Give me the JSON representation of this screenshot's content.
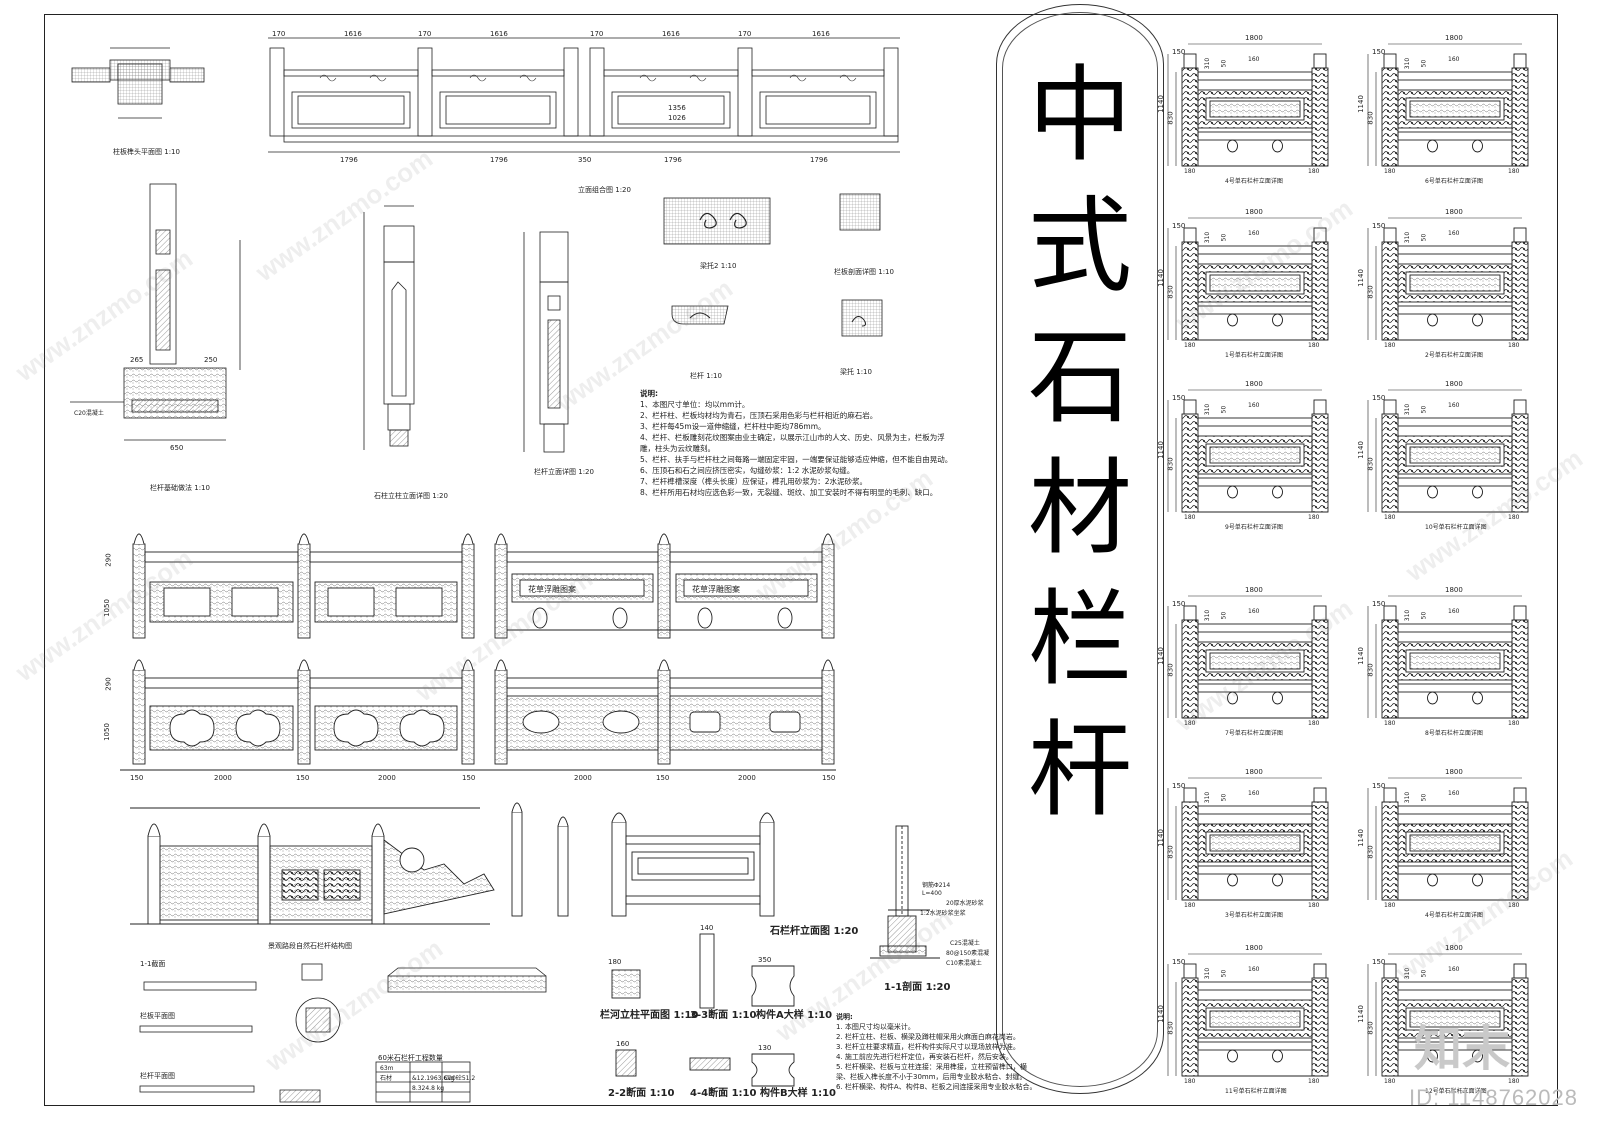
{
  "title": {
    "chars": [
      "中",
      "式",
      "石",
      "材",
      "栏",
      "杆"
    ]
  },
  "watermark": {
    "id_text": "ID: 1148762028",
    "logo": "知末",
    "site": "www.znzmo.com"
  },
  "top_labels": {
    "plan_cap": "柱板榫头平面图",
    "plan_scale": "1:10",
    "elev_cap": "立面组合图",
    "elev_scale": "1:20",
    "base_cap": "栏杆基础做法",
    "base_scale": "1:10",
    "post_cap": "石柱立柱立面详图",
    "post_scale": "1:20",
    "post2_cap": "栏杆立面详图",
    "post2_scale": "1:20",
    "piece1_cap": "梁托2",
    "piece1_scale": "1:10",
    "piece2_cap": "栏板剖面详图",
    "piece2_scale": "1:10",
    "piece3_cap": "栏杆",
    "piece3_scale": "1:10",
    "piece4_cap": "梁托",
    "piece4_scale": "1:10",
    "c20": "C20混凝土",
    "dims_top": [
      "170",
      "1616",
      "170",
      "1616",
      "170",
      "1616",
      "170",
      "1616"
    ],
    "dims_bottom": [
      "1796",
      "1796",
      "350",
      "1796",
      "1796"
    ],
    "dims_base": [
      "265",
      "250",
      "650"
    ],
    "dims_mid": [
      "1356",
      "1026"
    ]
  },
  "notes_top": {
    "heading": "说明:",
    "lines": [
      "1、本图尺寸单位：均以mm计。",
      "2、栏杆柱、栏板均材均为青石，压顶石采用色彩与栏杆相近的麻石岩。",
      "3、栏杆每45m设一道伸缩缝，栏杆柱中距均786mm。",
      "4、栏杆、栏板雕刻花纹图案由业主确定，以展示江山市的人文、历史、风景为主，栏板为浮",
      "   雕，柱头为云纹雕刻。",
      "5、栏杆、扶手与栏杆柱之间每路一端固定牢固，一端要保证能够适应伸缩，但不能自由晃动。",
      "6、压顶石和石之间应挤压密实，勾缝砂浆：1:2 水泥砂浆勾缝。",
      "7、栏杆榫槽深度（榫头长度）应保证，榫孔用砂浆为：2水泥砂浆。",
      "8、栏杆所用石材均应选色彩一致，无裂缝、斑纹、加工安装时不得有明显的毛刺、缺口。"
    ]
  },
  "mid_labels": {
    "dims_h1": [
      "290",
      "1050"
    ],
    "dims_h2": [
      "290",
      "1050"
    ],
    "dims_w": [
      "150",
      "2000",
      "150",
      "2000",
      "150",
      "2000",
      "150",
      "2000",
      "150"
    ],
    "panel_text": "花草浮雕图案"
  },
  "bottom_labels": {
    "sec11": "1-1剖面",
    "sec11_scale": "1:20",
    "c25": "C25混凝土",
    "c10": "C10素混凝土",
    "rebar1": "钢筋Φ214",
    "rebar2": "L=400",
    "mortar": "20厚水泥砂浆",
    "mortar2": "1:2水泥砂浆坐浆",
    "gravel": "80@150素混凝",
    "rail_elev": "石栏杆立面图",
    "rail_elev_scale": "1:20",
    "plan_post": "栏河立柱平面图",
    "plan_post_scale": "1:10",
    "sec33": "3-3断面",
    "sec33_scale": "1:10",
    "partA": "构件A大样",
    "partA_scale": "1:10",
    "sec22": "2-2断面",
    "sec22_scale": "1:10",
    "sec44": "4-4断面",
    "sec44_scale": "1:10",
    "partB": "构件B大样",
    "partB_scale": "1:10",
    "detail_cap": "景观路段自然石栏杆结构图",
    "table_title": "60米石栏杆工程数量",
    "table_rows": [
      [
        "",
        "63m",
        ""
      ],
      [
        "石材",
        "&12.1963.6kg",
        "C20砼51.2"
      ],
      [
        "",
        "8.324.8 kg",
        ""
      ]
    ],
    "dims_sec": [
      "180",
      "140",
      "160",
      "350",
      "130"
    ],
    "left_caps": [
      "1-1截面",
      "栏板平面图",
      "栏杆平面图"
    ]
  },
  "notes_bottom": {
    "heading": "说明:",
    "lines": [
      "1. 本图尺寸均以毫米计。",
      "2. 栏杆立柱、栏板、横梁及蹲柱帽采用火麻面白麻花岗岩。",
      "3. 栏杆立柱要求精直，栏杆构件实际尺寸以现场放样为准。",
      "4. 施工前应先进行栏杆定位，再安装石栏杆，然后安装。",
      "5. 栏杆横梁、栏板与立柱连接：采用榫接，立柱预留榫口，横",
      "   梁、栏板入榫长度不小于30mm，后用专业胶水粘合、封缝。",
      "6. 栏杆横梁、构件A、构件B、栏板之间连接采用专业胶水粘合。"
    ]
  },
  "right_panels": [
    {
      "caption": "4号单石栏杆立面详图",
      "w": "1800",
      "h1": "1140",
      "h2": "830",
      "top": "150",
      "t2": "310",
      "d": [
        "50",
        "160"
      ],
      "base": [
        "180",
        "180"
      ]
    },
    {
      "caption": "6号单石栏杆立面详图",
      "w": "1800",
      "h1": "1140",
      "h2": "830",
      "top": "150",
      "t2": "310",
      "d": [
        "50",
        "160"
      ],
      "base": [
        "180",
        "180"
      ]
    },
    {
      "caption": "1号单石栏杆立面详图",
      "w": "1800",
      "h1": "1140",
      "h2": "830",
      "top": "150",
      "t2": "310",
      "d": [
        "50",
        "160"
      ],
      "base": [
        "180",
        "180"
      ]
    },
    {
      "caption": "2号单石栏杆立面详图",
      "w": "1800",
      "h1": "1140",
      "h2": "830",
      "top": "150",
      "t2": "310",
      "d": [
        "50",
        "160"
      ],
      "base": [
        "180",
        "180"
      ]
    },
    {
      "caption": "9号单石栏杆立面详图",
      "w": "1800",
      "h1": "1140",
      "h2": "830",
      "top": "150",
      "t2": "310",
      "d": [
        "50",
        "160"
      ],
      "base": [
        "180",
        "180"
      ]
    },
    {
      "caption": "10号单石栏杆立面详图",
      "w": "1800",
      "h1": "1140",
      "h2": "830",
      "top": "150",
      "t2": "310",
      "d": [
        "50",
        "160"
      ],
      "base": [
        "180",
        "180"
      ]
    },
    {
      "caption": "7号单石栏杆立面详图",
      "w": "1800",
      "h1": "1140",
      "h2": "830",
      "top": "150",
      "t2": "310",
      "d": [
        "50",
        "160"
      ],
      "base": [
        "180",
        "180"
      ]
    },
    {
      "caption": "8号单石栏杆立面详图",
      "w": "1800",
      "h1": "1140",
      "h2": "830",
      "top": "150",
      "t2": "310",
      "d": [
        "50",
        "160"
      ],
      "base": [
        "180",
        "180"
      ]
    },
    {
      "caption": "3号单石栏杆立面详图",
      "w": "1800",
      "h1": "1140",
      "h2": "830",
      "top": "150",
      "t2": "310",
      "d": [
        "50",
        "160"
      ],
      "base": [
        "180",
        "180"
      ]
    },
    {
      "caption": "4号单石栏杆立面详图",
      "w": "1800",
      "h1": "1140",
      "h2": "830",
      "top": "150",
      "t2": "310",
      "d": [
        "50",
        "160"
      ],
      "base": [
        "180",
        "180"
      ]
    },
    {
      "caption": "11号单石栏杆立面详图",
      "w": "1800",
      "h1": "1140",
      "h2": "830",
      "top": "150",
      "t2": "310",
      "d": [
        "50",
        "160"
      ],
      "base": [
        "180",
        "180"
      ]
    },
    {
      "caption": "12号单石栏杆立面详图",
      "w": "1800",
      "h1": "1140",
      "h2": "830",
      "top": "150",
      "t2": "310",
      "d": [
        "50",
        "160"
      ],
      "base": [
        "180",
        "180"
      ]
    }
  ]
}
